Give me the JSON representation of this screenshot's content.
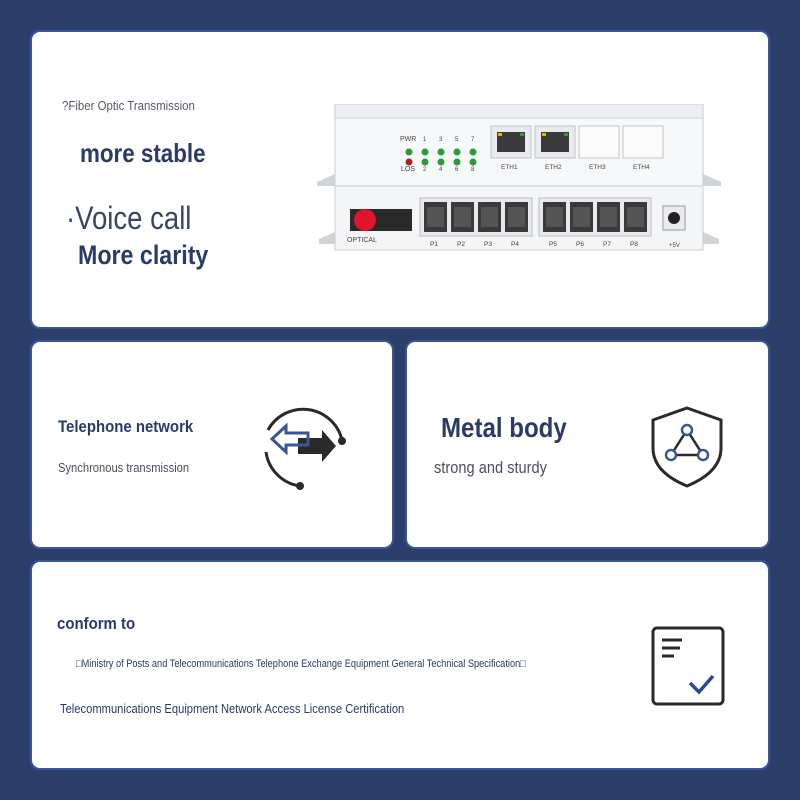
{
  "hero": {
    "fiber_label": "?Fiber Optic Transmission",
    "stable_label": "more stable",
    "voice_label": "·Voice call",
    "clarity_label": "More clarity"
  },
  "device": {
    "led_labels": [
      "PWR",
      "LOS",
      "1",
      "2",
      "3",
      "4",
      "5",
      "6",
      "7",
      "8"
    ],
    "eth_ports": [
      "ETH1",
      "ETH2",
      "ETH3",
      "ETH4"
    ],
    "optical_label": "OPTICAL",
    "phone_ports": [
      "P1",
      "P2",
      "P3",
      "P4",
      "P5",
      "P6",
      "P7",
      "P8"
    ],
    "power_label": "+5V",
    "led_color_green": "#2e9a3a",
    "led_color_red": "#b02020",
    "optical_color": "#e0142c"
  },
  "telephone": {
    "title": "Telephone network",
    "subtitle": "Synchronous transmission",
    "icon": "transfer-arrows-icon"
  },
  "metal": {
    "title": "Metal body",
    "subtitle": "strong and sturdy",
    "icon": "shield-triangle-icon"
  },
  "conform": {
    "title": "conform to",
    "spec": "□Ministry of Posts and Telecommunications Telephone Exchange Equipment General Technical Specification□",
    "license": "Telecommunications Equipment Network Access License Certification",
    "icon": "document-check-icon"
  },
  "colors": {
    "background": "#2c3e6a",
    "card_border": "#3a5694",
    "heading": "#2b3a66"
  }
}
